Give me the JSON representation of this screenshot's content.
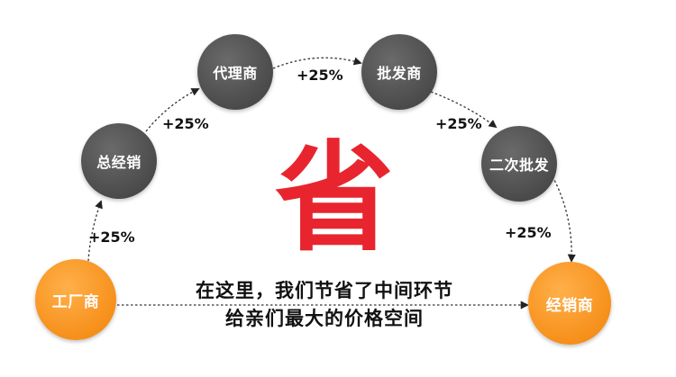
{
  "nodes": {
    "factory": "工厂商",
    "general_distributor": "总经销",
    "agent": "代理商",
    "wholesaler": "批发商",
    "secondary_wholesale": "二次批发",
    "dealer": "经销商"
  },
  "markups": [
    "+25%",
    "+25%",
    "+25%",
    "+25%",
    "+25%"
  ],
  "center_character": "省",
  "message": {
    "line1": "在这里，我们节省了中间环节",
    "line2": "给亲们最大的价格空间"
  },
  "colors": {
    "node_gray": "#4b4b4b",
    "node_orange": "#f7921e",
    "accent_red": "#e8252e",
    "text": "#111111"
  }
}
